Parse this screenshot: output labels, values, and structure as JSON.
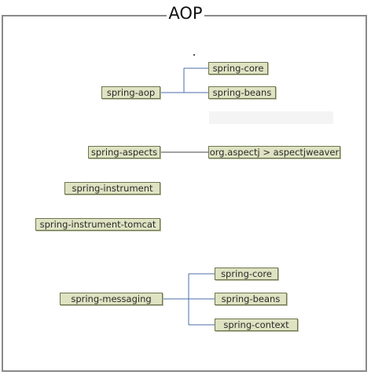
{
  "diagram": {
    "title": "AOP",
    "line_color": "#4a6ea8",
    "node_fill": "#dfe3c2",
    "node_border": "#6b7550",
    "nodes": {
      "spring_aop": "spring-aop",
      "spring_aop_core": "spring-core",
      "spring_aop_beans": "spring-beans",
      "spring_aspects": "spring-aspects",
      "aspectjweaver": "org.aspectj > aspectjweaver",
      "spring_instrument": "spring-instrument",
      "spring_instrument_tomcat": "spring-instrument-tomcat",
      "spring_messaging": "spring-messaging",
      "spring_messaging_core": "spring-core",
      "spring_messaging_beans": "spring-beans",
      "spring_messaging_context": "spring-context"
    },
    "edges": [
      {
        "from": "spring-aop",
        "to": "spring-core"
      },
      {
        "from": "spring-aop",
        "to": "spring-beans"
      },
      {
        "from": "spring-aspects",
        "to": "org.aspectj > aspectjweaver"
      },
      {
        "from": "spring-messaging",
        "to": "spring-core"
      },
      {
        "from": "spring-messaging",
        "to": "spring-beans"
      },
      {
        "from": "spring-messaging",
        "to": "spring-context"
      }
    ]
  }
}
